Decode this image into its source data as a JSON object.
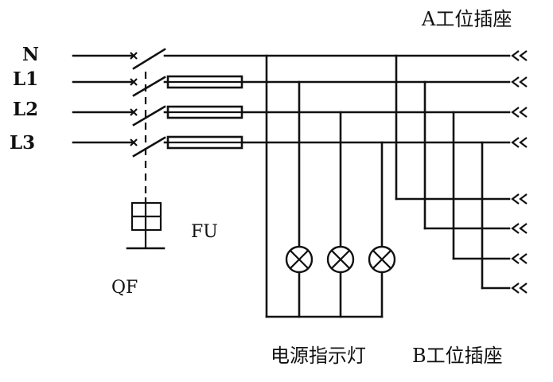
{
  "diagram": {
    "phases": [
      "N",
      "L1",
      "L2",
      "L3"
    ],
    "labels": {
      "workstation_a": "A工位插座",
      "workstation_b": "B工位插座",
      "fuse": "FU",
      "breaker": "QF",
      "indicator_lamps": "电源指示灯"
    },
    "colors": {
      "line": "#111111",
      "background": "#ffffff"
    }
  }
}
